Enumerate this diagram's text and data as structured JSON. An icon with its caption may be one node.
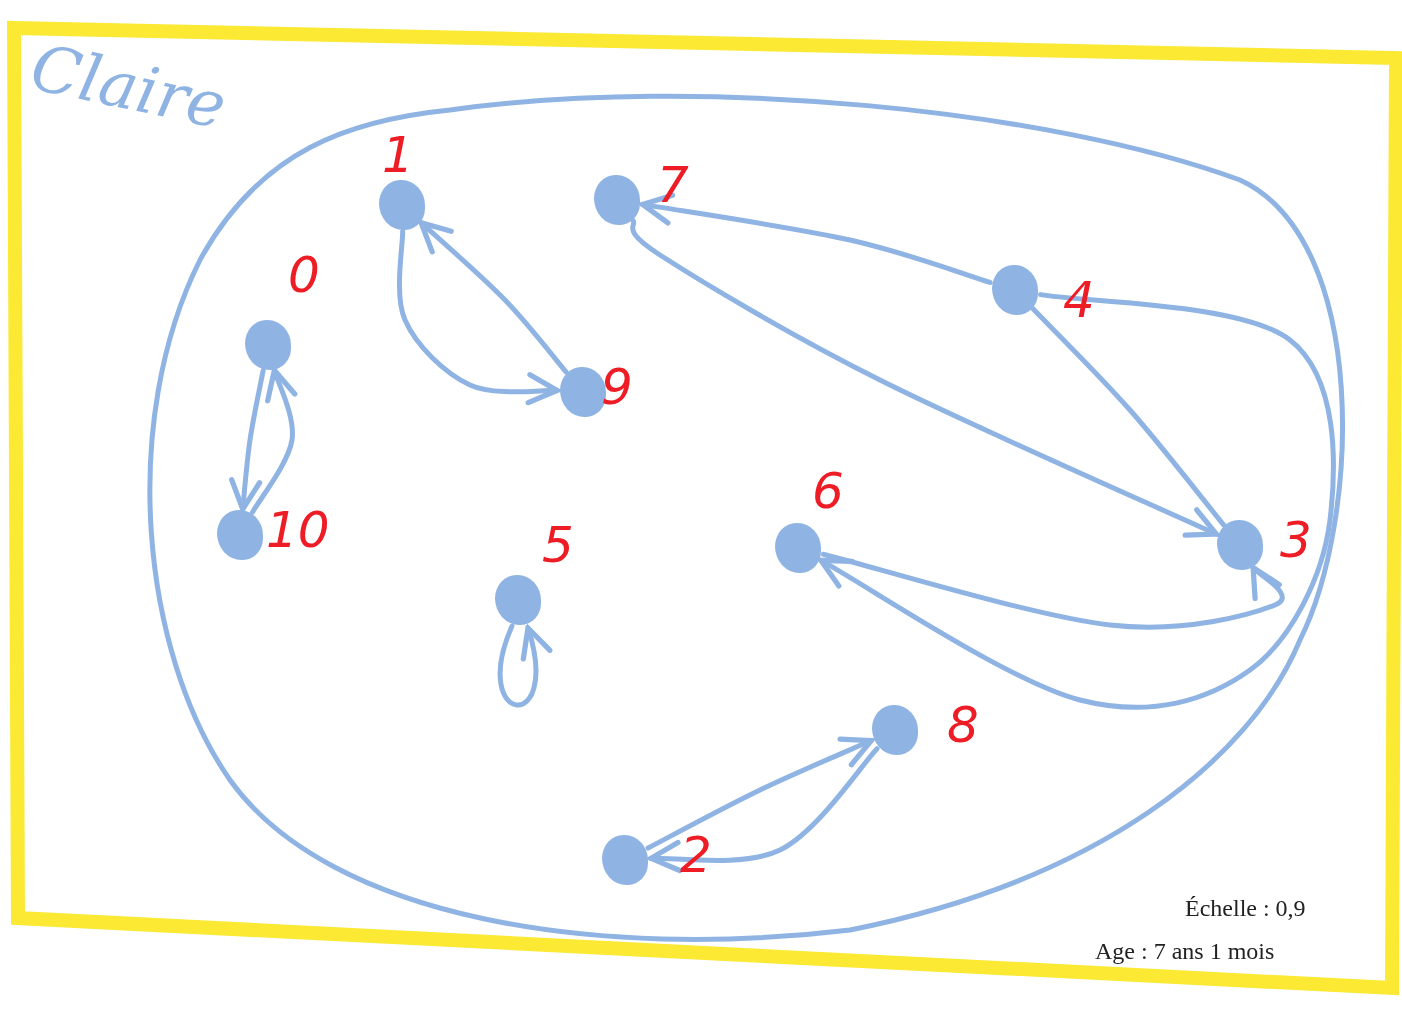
{
  "diagram": {
    "nodes": [
      {
        "text": [
          "0"
        ]
      },
      {
        "text": [
          "1"
        ]
      },
      {
        "text": [
          "2"
        ]
      },
      {
        "text": [
          "3"
        ]
      },
      {
        "text": [
          "4"
        ]
      },
      {
        "text": [
          "5"
        ]
      },
      {
        "text": [
          "6"
        ]
      },
      {
        "text": [
          "7"
        ]
      },
      {
        "text": [
          "8"
        ]
      },
      {
        "text": [
          "9"
        ]
      },
      {
        "text": [
          "10"
        ]
      }
    ],
    "edges": [
      {
        "from": 0,
        "to": 10,
        "arrow": "to"
      },
      {
        "from": 10,
        "to": 0,
        "arrow": "to"
      },
      {
        "from": 1,
        "to": 9,
        "arrow": "to"
      },
      {
        "from": 9,
        "to": 1,
        "arrow": "to"
      },
      {
        "from": 5,
        "to": 5,
        "arrow": "to"
      },
      {
        "from": 7,
        "to": 3,
        "arrow": "to"
      },
      {
        "from": 4,
        "to": 7,
        "arrow": "to"
      },
      {
        "from": 4,
        "to": 3,
        "arrow": "none"
      },
      {
        "from": 6,
        "to": 3,
        "arrow": "to"
      },
      {
        "from": 4,
        "to": 6,
        "arrow": "to"
      },
      {
        "from": 2,
        "to": 8,
        "arrow": "to"
      },
      {
        "from": 8,
        "to": 2,
        "arrow": "to"
      }
    ],
    "labels": [
      "Claire",
      "Échelle : 0,9",
      "Age : 7 ans 1 mois"
    ]
  }
}
